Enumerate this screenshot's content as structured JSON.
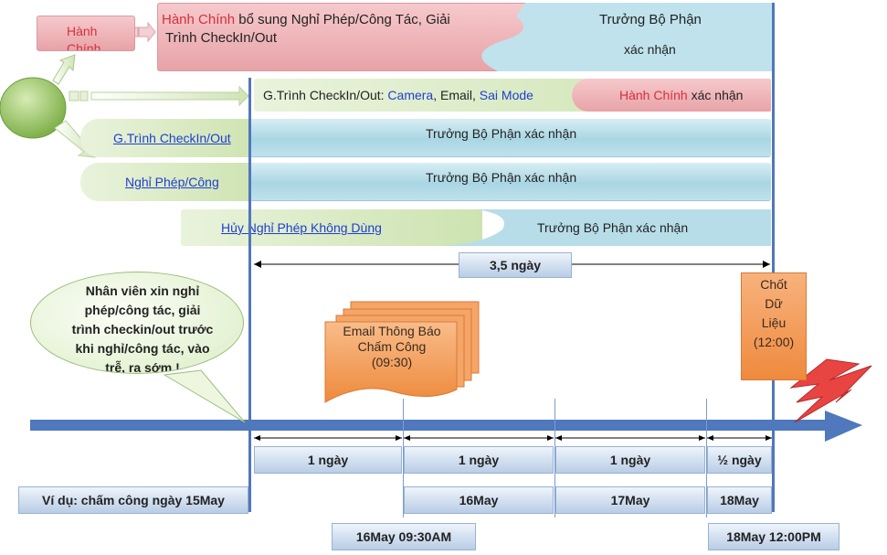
{
  "rows": {
    "row1": {
      "left_label": "Hành",
      "left_label_cut": "Chính",
      "text_red": "Hành Chính",
      "text_rest_1": " bổ sung Nghỉ Phép/Công Tác, Giải",
      "text_rest_2": "Trình CheckIn/Out",
      "right_1": "Trưởng Bộ Phận",
      "right_2": "xác nhận"
    },
    "row2": {
      "prefix": "G.Trình CheckIn/Out:",
      "camera": "Camera",
      "comma": ",",
      "email": "Email,",
      "sai_mode": "Sai Mode",
      "right_red": "Hành Chính",
      "right_rest": "xác nhận"
    },
    "row3": {
      "link": "G.Trình CheckIn/Out",
      "text": "Trưởng Bộ Phận xác nhận"
    },
    "row4": {
      "link": "Nghỉ Phép/Công",
      "text": "Trưởng Bộ Phận xác nhận"
    },
    "row5": {
      "link": "Hủy Nghỉ Phép Không Dùng",
      "text": "Trưởng Bộ Phận xác nhận"
    }
  },
  "duration_label": "3,5 ngày",
  "speech": "Nhân viên xin nghỉ phép/công tác, giải trình checkin/out trước khi nghỉ/công tác, vào trễ, ra sớm !",
  "email_note": {
    "line1": "Email Thông Báo",
    "line2": "Chấm Công",
    "line3": "(09:30)"
  },
  "cutoff_note": {
    "line1": "Chốt",
    "line2": "Dữ",
    "line3": "Liệu",
    "line4": "(12:00)"
  },
  "day_segments": [
    "1 ngày",
    "1 ngày",
    "1 ngày",
    "½ ngày"
  ],
  "dates": {
    "example": "Ví dụ: chấm công ngày 15May",
    "d16": "16May",
    "d17": "17May",
    "d18": "18May"
  },
  "timestamps": {
    "t1": "16May 09:30AM",
    "t2": "18May 12:00PM"
  },
  "colors": {
    "accent_blue": "#4f78bd",
    "red_text": "#d6303a",
    "link_blue": "#1f3fcf",
    "orange": "#ef8a3e"
  }
}
